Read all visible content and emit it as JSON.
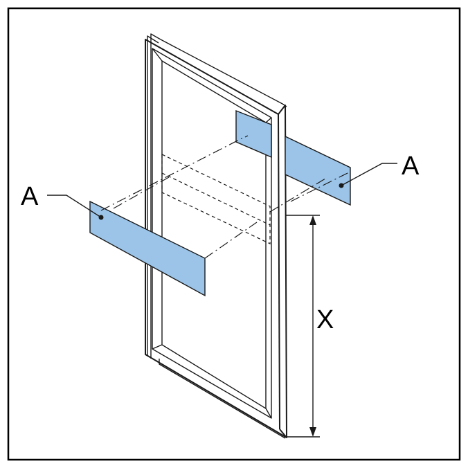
{
  "diagram": {
    "labels": {
      "left_strip": "A",
      "right_strip": "A",
      "dimension": "X"
    },
    "colors": {
      "strip_fill": "#9bc4e8",
      "strip_fill_hidden": "#dcebf8",
      "line": "#1a1a1a",
      "border": "#000000",
      "background": "#ffffff"
    }
  }
}
